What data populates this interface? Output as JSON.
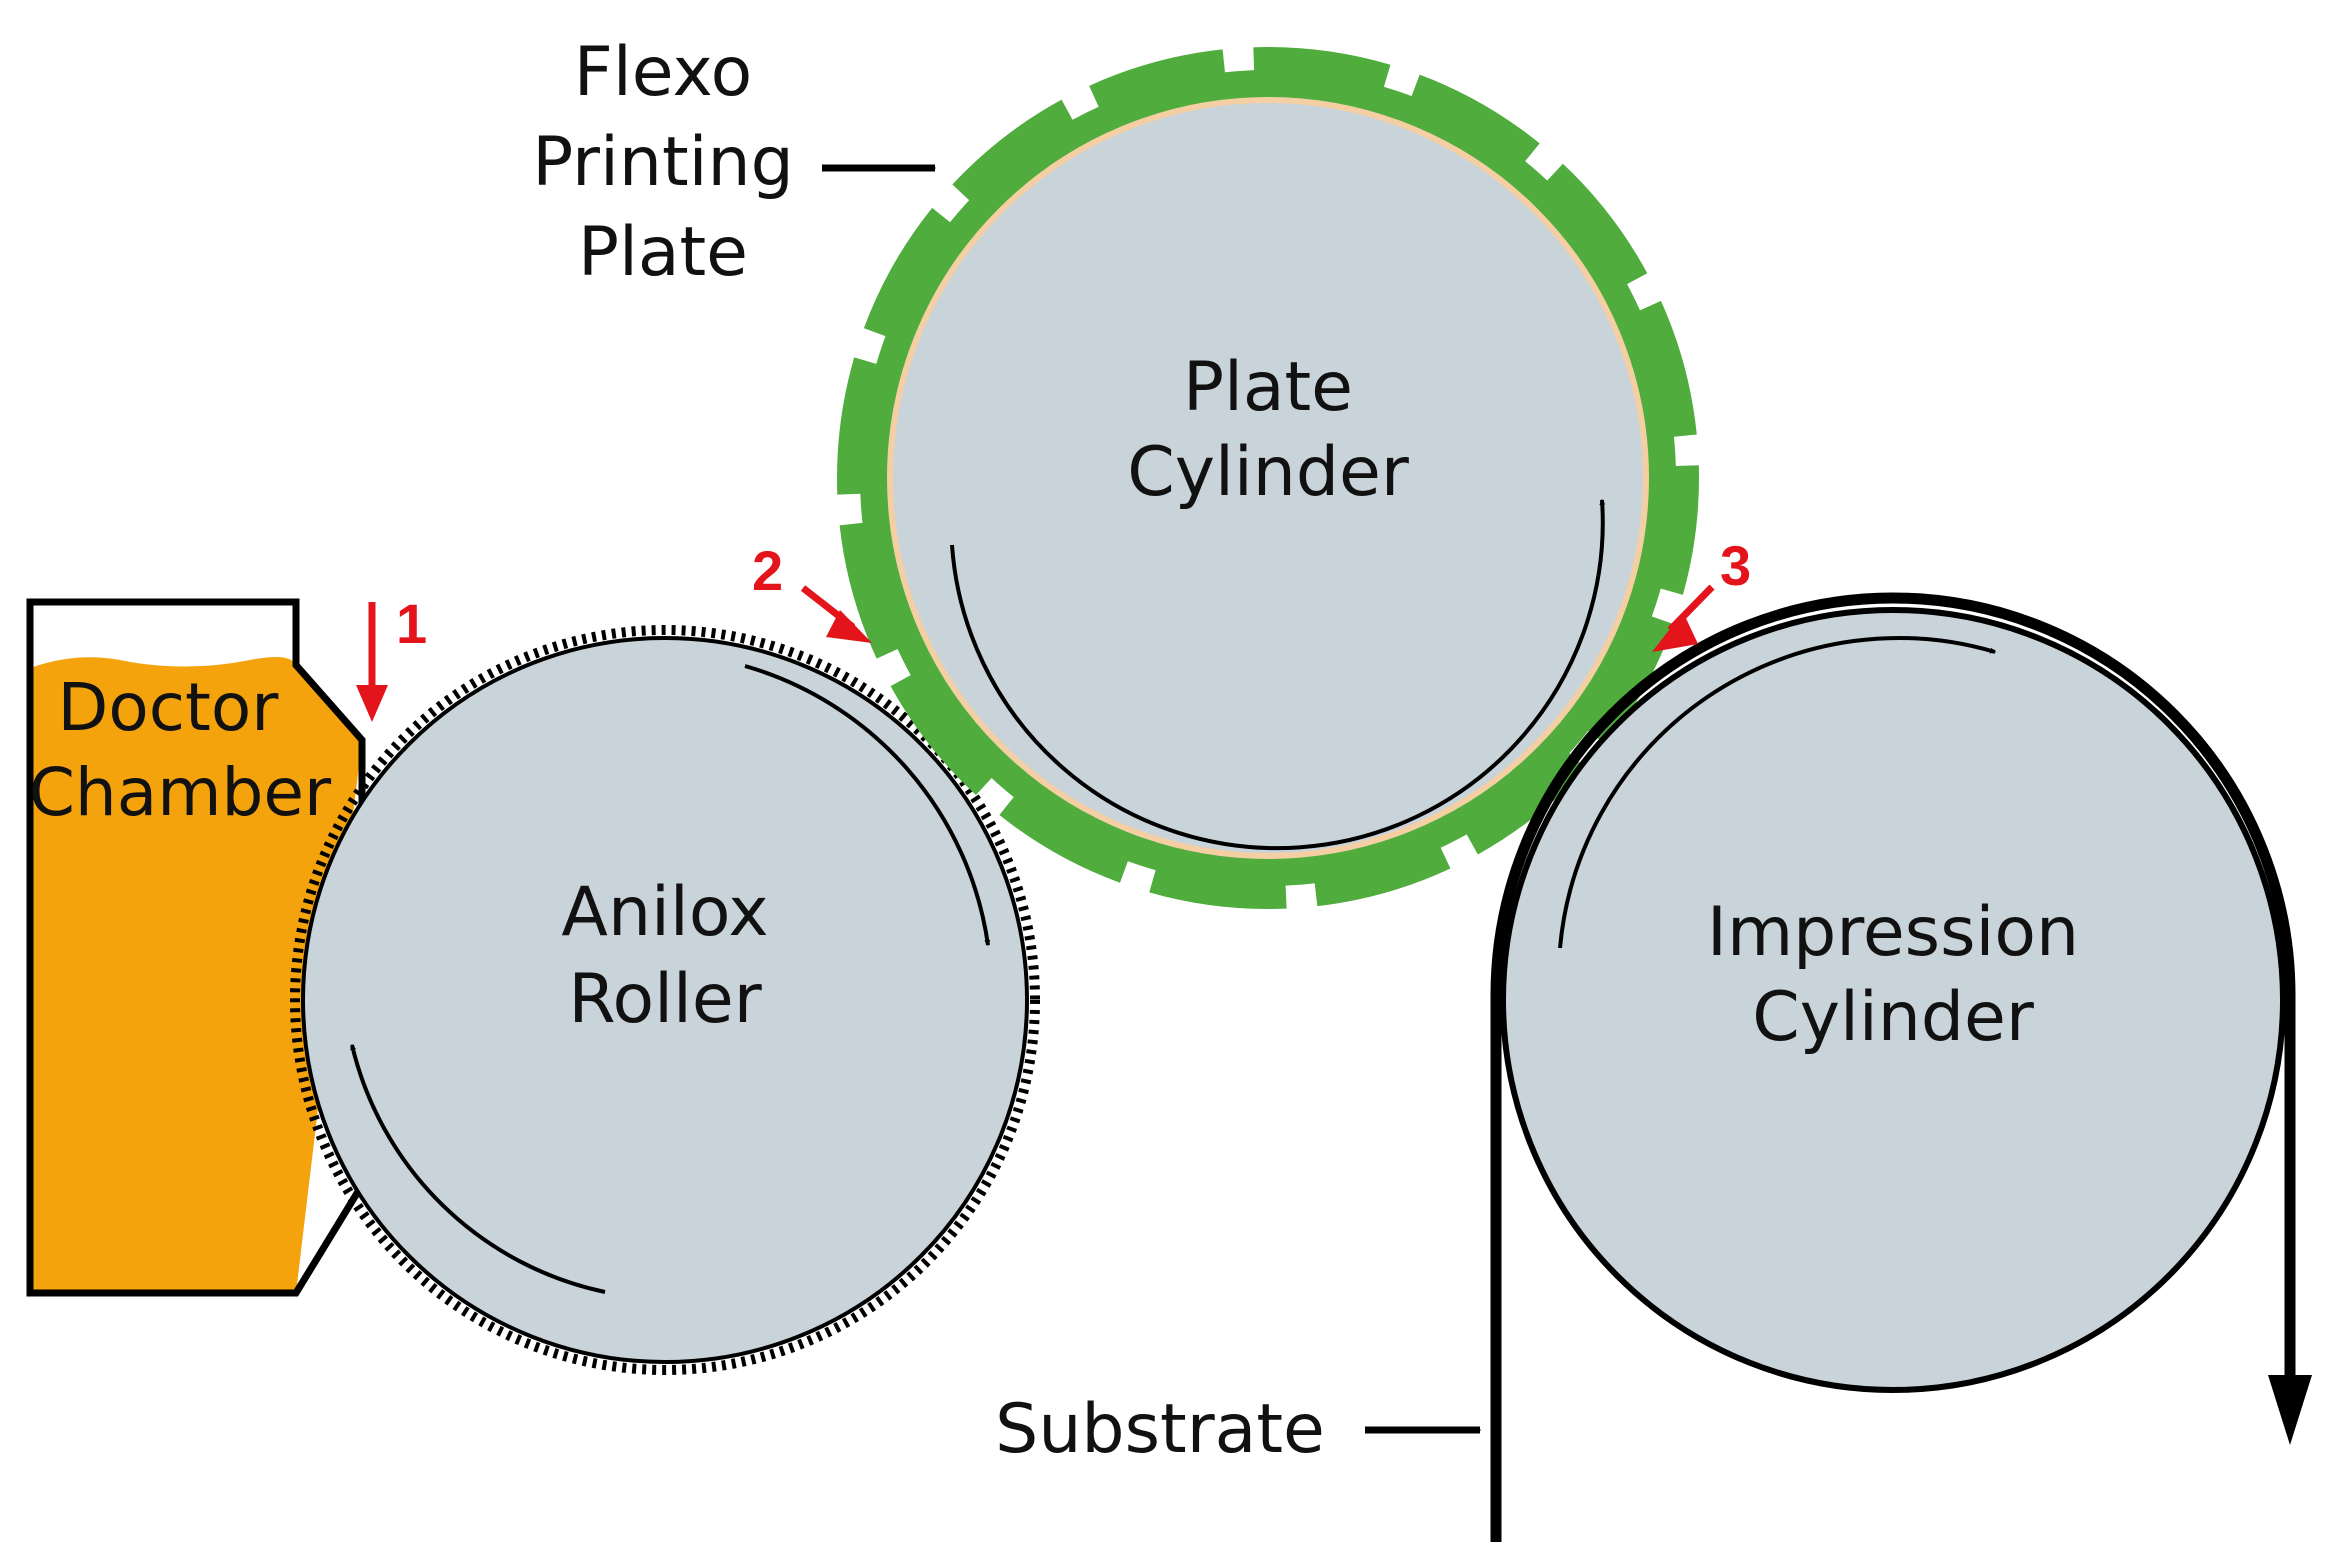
{
  "colors": {
    "cylinder_fill": "#c9d3da",
    "ink": "#f4a30c",
    "plate_green": "#4fac3d",
    "plate_beige": "#f4cfa4",
    "callout_red": "#e4141b",
    "line": "#000000"
  },
  "labels": {
    "flexo_plate": [
      "Flexo",
      "Printing",
      "Plate"
    ],
    "plate_cylinder": [
      "Plate",
      "Cylinder"
    ],
    "anilox_roller": [
      "Anilox",
      "Roller"
    ],
    "doctor_chamber": [
      "Doctor",
      "Chamber"
    ],
    "impression_cylinder": [
      "Impression",
      "Cylinder"
    ],
    "substrate": "Substrate"
  },
  "callouts": [
    "1",
    "2",
    "3"
  ]
}
